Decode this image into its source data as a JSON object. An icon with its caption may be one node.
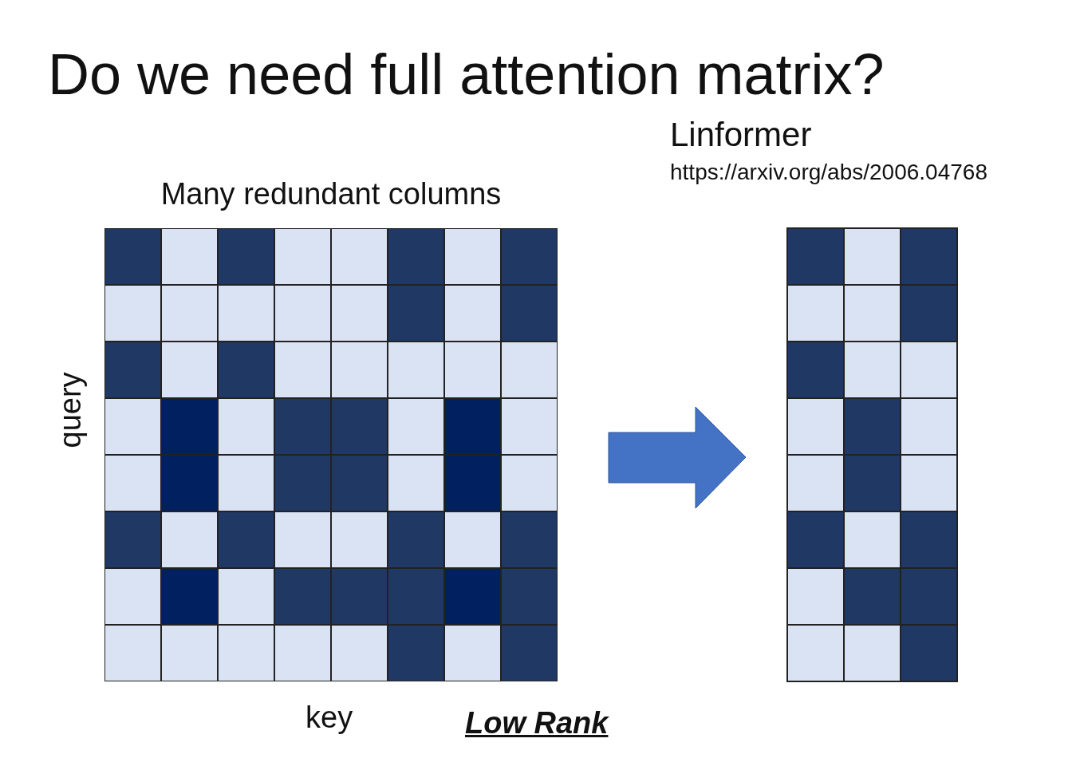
{
  "diagram": {
    "title": "Do we need full attention matrix?",
    "nodes": [
      {
        "text": [
          "Many redundant columns"
        ],
        "beside": [
          "query",
          "key"
        ]
      },
      {
        "text": [],
        "shape": "box"
      }
    ],
    "edges": [
      {
        "from": 0,
        "to": 1,
        "arrow": "to"
      }
    ],
    "labels": [
      "Linformer",
      "https://arxiv.org/abs/2006.04768",
      "Low Rank"
    ]
  }
}
